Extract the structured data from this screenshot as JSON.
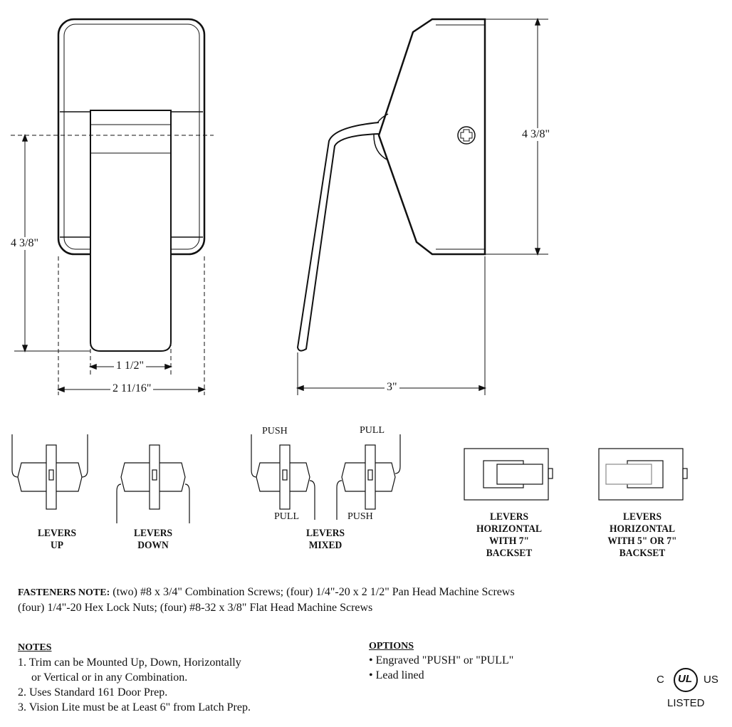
{
  "dimensions": {
    "front_height": "4 3/8\"",
    "lever_width": "1 1/2\"",
    "plate_width": "2 11/16\"",
    "side_height": "4 3/8\"",
    "projection": "3\""
  },
  "configurations": [
    {
      "caption": [
        "LEVERS",
        "UP"
      ]
    },
    {
      "caption": [
        "LEVERS",
        "DOWN"
      ]
    },
    {
      "caption": [
        "LEVERS",
        "MIXED"
      ],
      "labels": [
        "PUSH",
        "PULL",
        "PULL",
        "PUSH"
      ]
    },
    {
      "caption": [
        "LEVERS",
        "HORIZONTAL",
        "WITH 7\"",
        "BACKSET"
      ]
    },
    {
      "caption": [
        "LEVERS",
        "HORIZONTAL",
        "WITH 5\" OR 7\"",
        "BACKSET"
      ]
    }
  ],
  "fasteners": {
    "label": "FASTENERS NOTE:",
    "line1": "(two) #8 x 3/4\" Combination Screws; (four) 1/4\"-20 x 2 1/2\" Pan Head Machine Screws",
    "line2": "(four) 1/4\"-20 Hex Lock Nuts; (four) #8-32 x 3/8\" Flat Head Machine Screws"
  },
  "notes": {
    "title": "NOTES",
    "items": [
      "1. Trim can be Mounted Up, Down, Horizontally",
      "or Vertical or in any Combination.",
      "2. Uses Standard 161 Door Prep.",
      "3. Vision Lite must be at Least 6\" from Latch Prep."
    ]
  },
  "options": {
    "title": "OPTIONS",
    "items": [
      "• Engraved \"PUSH\" or \"PULL\"",
      "• Lead lined"
    ]
  },
  "ul_mark": {
    "left": "C",
    "center": "UL",
    "right": "US",
    "bottom": "LISTED"
  }
}
